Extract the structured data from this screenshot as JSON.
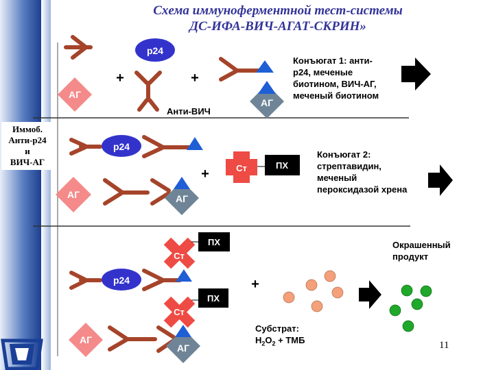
{
  "title": {
    "line1": "Схема иммуноферментной тест-системы",
    "line2": "ДС-ИФА-ВИЧ-АГАТ-СКРИН»"
  },
  "side_label": {
    "line1": "Иммоб.",
    "line2": "Анти-р24",
    "line3": "и",
    "line4": "ВИЧ-АГ"
  },
  "labels": {
    "p24": "р24",
    "ag": "АГ",
    "st": "Ст",
    "px": "ПХ",
    "plus": "+",
    "anti_hiv": "Анти-ВИЧ"
  },
  "notes": {
    "conjugate1": [
      "Конъюгат 1: анти-",
      "р24, меченые",
      "биотином, ВИЧ-АГ,",
      "меченый биотином"
    ],
    "conjugate2": [
      "Конъюгат 2:",
      "стрептавидин,",
      "меченый",
      "пероксидазой хрена"
    ],
    "colored_product": [
      "Окрашенный",
      "продукт"
    ]
  },
  "substrate": {
    "label": "Субстрат:",
    "h": "H",
    "h_sub": "2",
    "o": "O",
    "o_sub": "2",
    "rest": " + ТМБ"
  },
  "page_number": "11",
  "colors": {
    "antibody": "#a5442a",
    "p24": "#3333cc",
    "ag_diamond": "#f48a8a",
    "ag_triangle": "#1f5fd6",
    "ag_triangle_bg": "#6f8597",
    "streptavidin": "#ee4b44",
    "substrate": "#f4a07a",
    "product": "#1fa82a",
    "title": "#333399"
  }
}
